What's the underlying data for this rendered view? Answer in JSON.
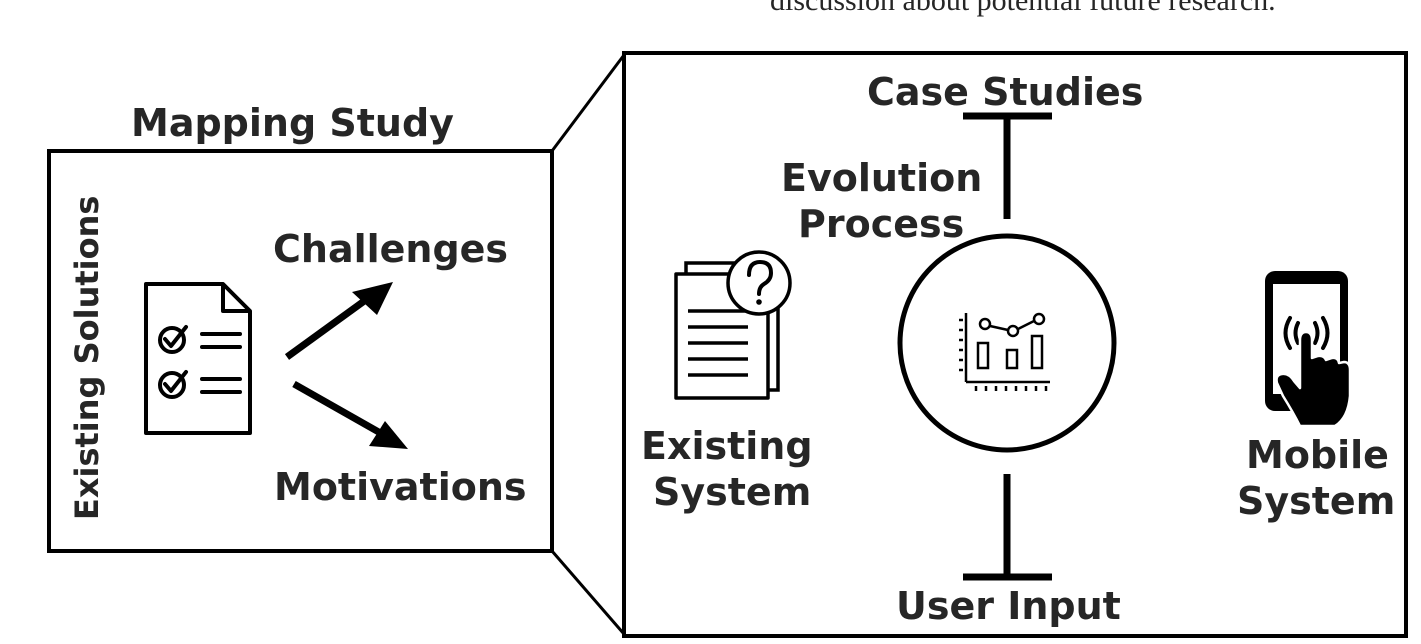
{
  "top_text": "discussion about potential future research.",
  "mapping": {
    "title": "Mapping Study",
    "side_label": "Existing Solutions",
    "challenges": "Challenges",
    "motivations": "Motivations"
  },
  "detail": {
    "case_studies": "Case Studies",
    "evolution_line1": "Evolution",
    "evolution_line2": "Process",
    "existing_line1": "Existing",
    "existing_line2": "System",
    "mobile_line1": "Mobile",
    "mobile_line2": "System",
    "user_input": "User Input"
  },
  "icons": [
    "checklist-icon",
    "document-question-icon",
    "analytics-chart-icon",
    "mobile-touch-icon"
  ],
  "colors": {
    "stroke": "#000000",
    "text": "#262626",
    "background": "#ffffff"
  }
}
